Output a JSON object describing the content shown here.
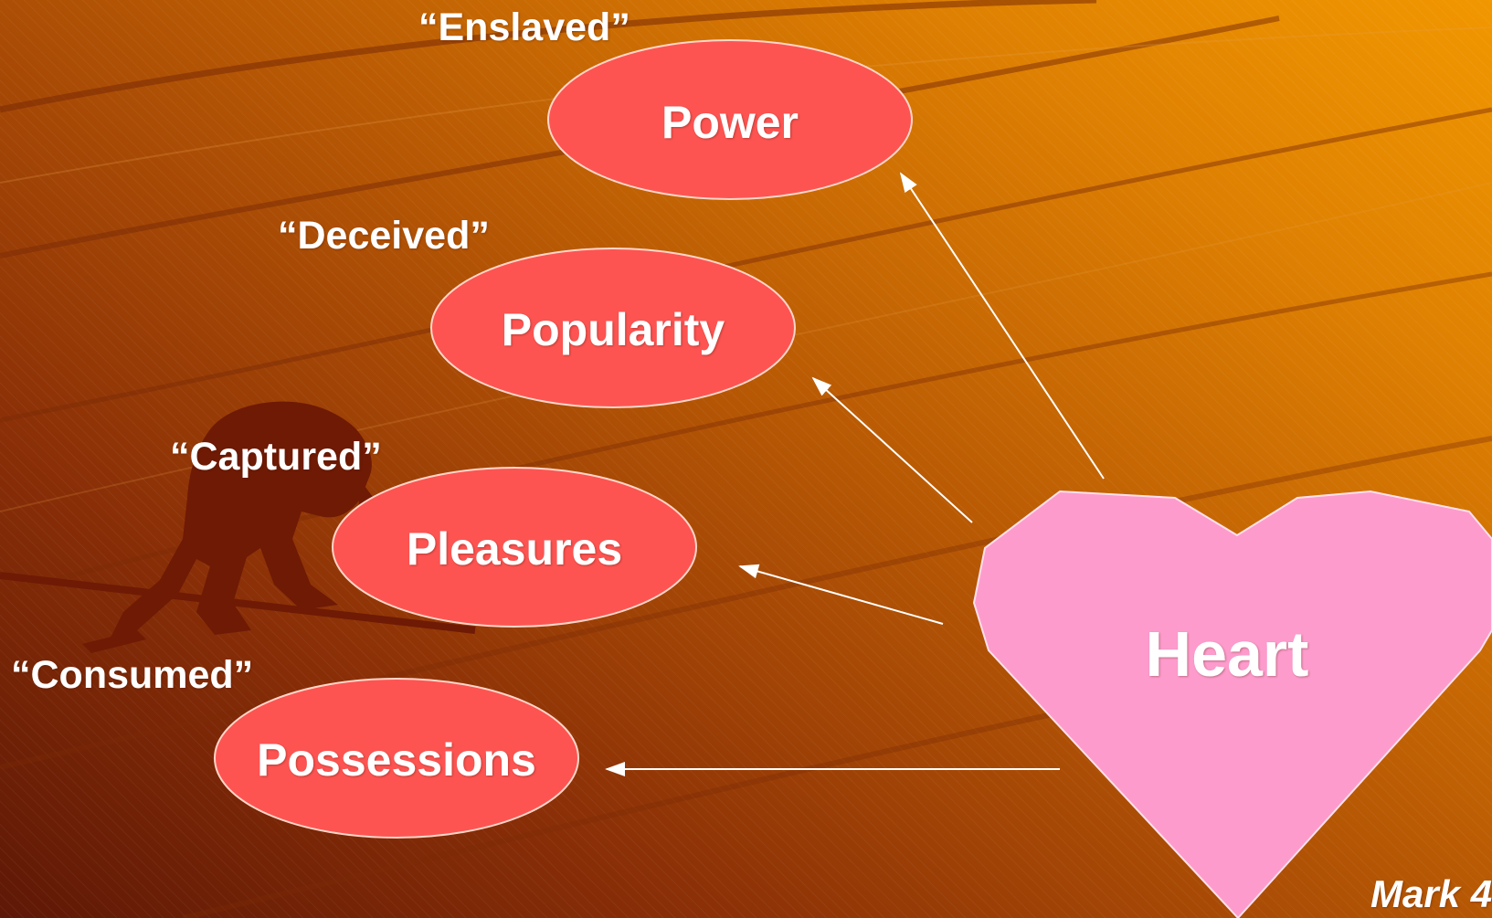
{
  "colors": {
    "oval_fill": "#fd5452",
    "oval_stroke": "#ffd6c8",
    "heart_fill": "#fd9ccc",
    "heart_stroke": "#ffe0ec",
    "arrow": "#ffffff",
    "text": "#ffffff"
  },
  "captions": {
    "enslaved": "“Enslaved”",
    "deceived": "“Deceived”",
    "captured": "“Captured”",
    "consumed": "“Consumed”"
  },
  "ovals": {
    "power": "Power",
    "popularity": "Popularity",
    "pleasures": "Pleasures",
    "possessions": "Possessions"
  },
  "heart": {
    "label": "Heart"
  },
  "reference": "Mark 4"
}
